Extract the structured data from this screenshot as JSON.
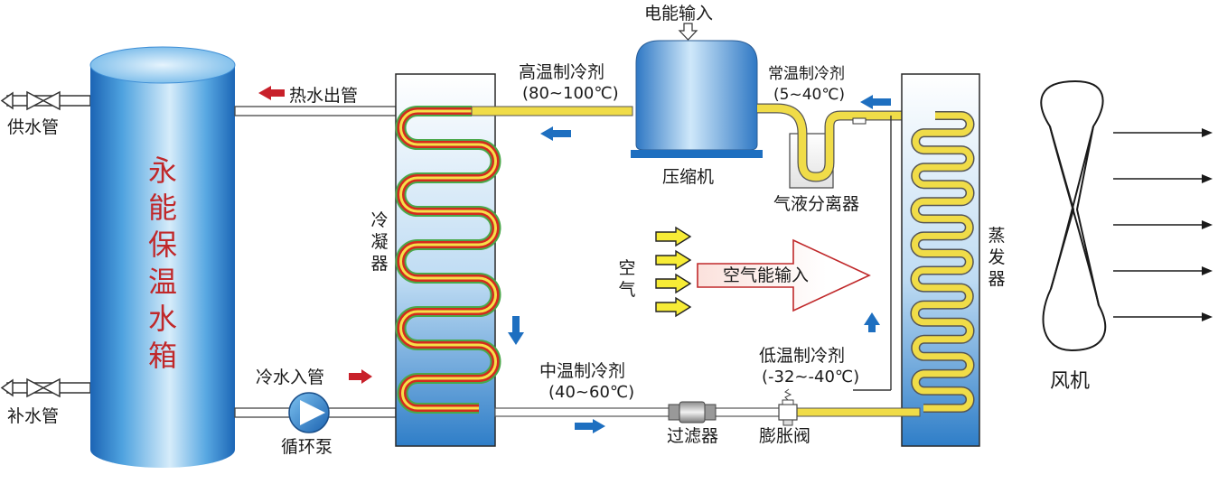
{
  "labels": {
    "tank": [
      "永",
      "能",
      "保",
      "温",
      "水",
      "箱"
    ],
    "supply_pipe": "供水管",
    "makeup_pipe": "补水管",
    "hot_water_out": "热水出管",
    "cold_water_in": "冷水入管",
    "pump": "循环泵",
    "condenser": [
      "冷",
      "凝",
      "器"
    ],
    "electric_input": "电能输入",
    "compressor": "压缩机",
    "high_temp_refrigerant": "高温制冷剂",
    "high_temp_range": "(80~100℃)",
    "normal_temp_refrigerant": "常温制冷剂",
    "normal_temp_range": "(5~40℃)",
    "gas_liquid_separator": "气液分离器",
    "air": [
      "空",
      "气"
    ],
    "air_energy_input": "空气能输入",
    "evaporator": [
      "蒸",
      "发",
      "器"
    ],
    "mid_temp_refrigerant": "中温制冷剂",
    "mid_temp_range": "(40~60℃)",
    "low_temp_refrigerant": "低温制冷剂",
    "low_temp_range": "(-32~-40℃)",
    "filter": "过滤器",
    "expansion_valve": "膨胀阀",
    "fan": "风机"
  },
  "colors": {
    "tank_red_text": "#c0282a",
    "arrow_red": "#c8202a",
    "arrow_blue": "#1e6fc0",
    "coil_yellow": "#f5e04a",
    "coil_red": "#d42a1e",
    "coil_green": "#4aa84a",
    "pipe_yellow": "#f0dc48"
  },
  "icons": {
    "pump": "pump-icon",
    "fan": "fan-icon",
    "valve": "valve-icon"
  }
}
